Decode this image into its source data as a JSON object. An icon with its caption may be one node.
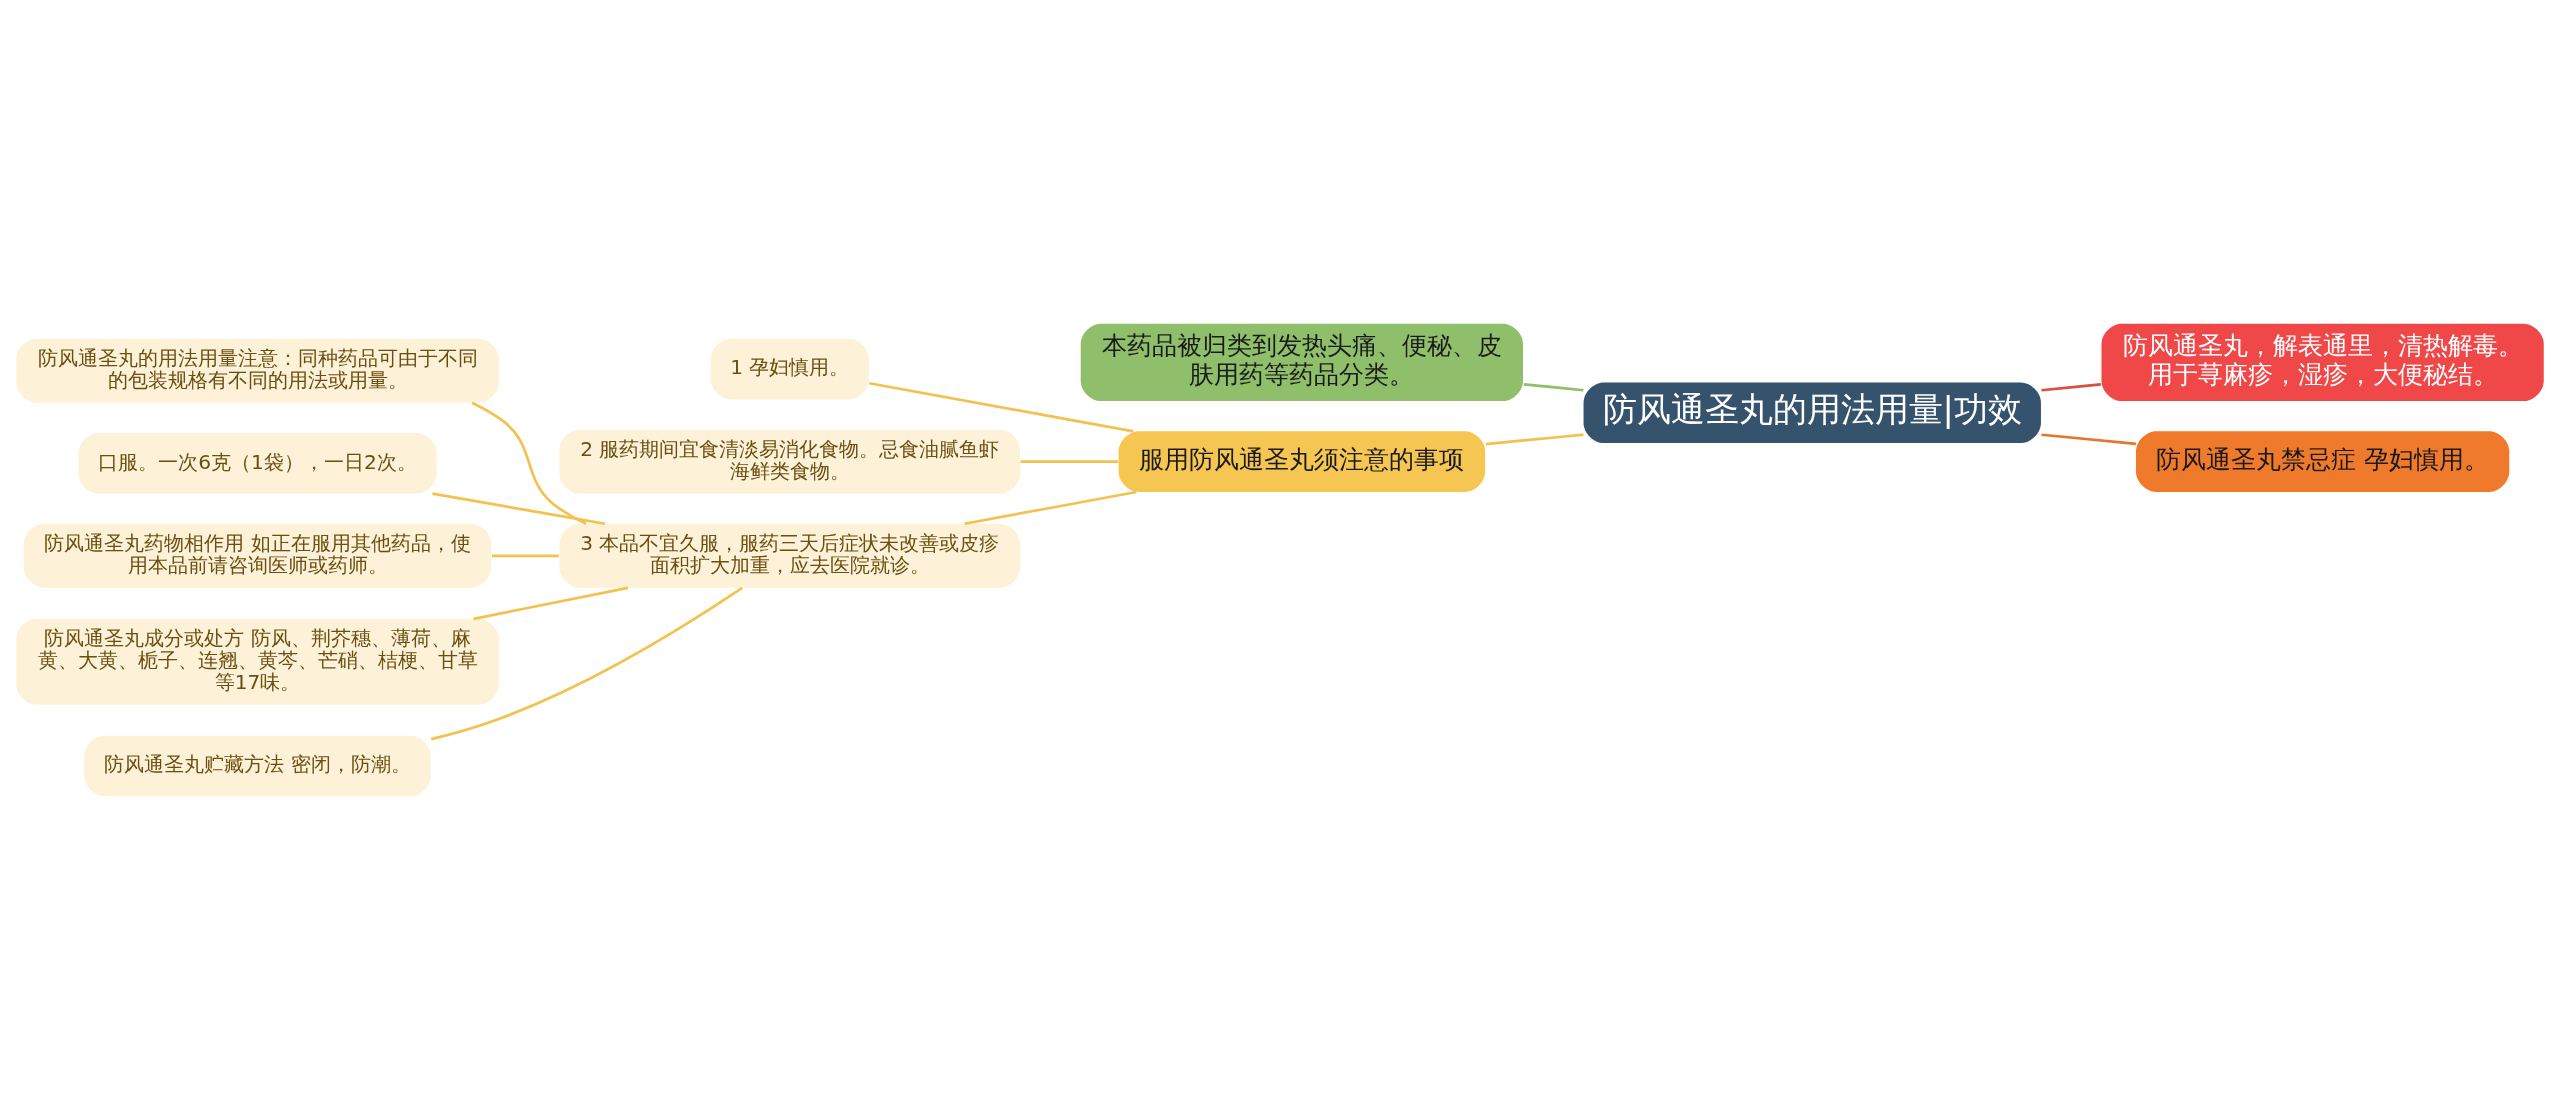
{
  "diagram": {
    "nodes": [
      {
        "text": [
          "防风通圣丸的用法用量|功效"
        ]
      },
      {
        "text": [
          "本药品被归类到发热头痛、便秘、皮肤用药等药品分类。"
        ]
      },
      {
        "text": [
          "服用防风通圣丸须注意的事项"
        ]
      },
      {
        "text": [
          "1 孕妇慎用。"
        ]
      },
      {
        "text": [
          "2 服药期间宜食清淡易消化食物。忌食油腻鱼虾海鲜类食物。"
        ]
      },
      {
        "text": [
          "3 本品不宜久服，服药三天后症状未改善或皮疹面积扩大加重，应去医院就诊。"
        ]
      },
      {
        "text": [
          "防风通圣丸的用法用量注意：同种药品可由于不同的包装规格有不同的用法或用量。"
        ]
      },
      {
        "text": [
          "口服。一次6克（1袋），一日2次。"
        ]
      },
      {
        "text": [
          "防风通圣丸药物相作用 如正在服用其他药品，使用本品前请咨询医师或药师。"
        ]
      },
      {
        "text": [
          "防风通圣丸成分或处方 防风、荆芥穗、薄荷、麻黄、大黄、栀子、连翘、黄芩、芒硝、桔梗、甘草等17味。"
        ]
      },
      {
        "text": [
          "防风通圣丸贮藏方法 密闭，防潮。"
        ]
      },
      {
        "text": [
          "防风通圣丸，解表通里，清热解毒。用于荨麻疹，湿疹，大便秘结。"
        ]
      },
      {
        "text": [
          "防风通圣丸禁忌症 孕妇慎用。"
        ]
      }
    ],
    "edges": [
      {
        "from": 0,
        "to": 1,
        "arrow": "none",
        "color": "#8fbf6a"
      },
      {
        "from": 0,
        "to": 2,
        "arrow": "none"
      },
      {
        "from": 2,
        "to": 3,
        "arrow": "none"
      },
      {
        "from": 2,
        "to": 4,
        "arrow": "none"
      },
      {
        "from": 2,
        "to": 5,
        "arrow": "none"
      },
      {
        "from": 5,
        "to": 6,
        "arrow": "none"
      },
      {
        "from": 5,
        "to": 7,
        "arrow": "none"
      },
      {
        "from": 5,
        "to": 8,
        "arrow": "none"
      },
      {
        "from": 5,
        "to": 9,
        "arrow": "none"
      },
      {
        "from": 5,
        "to": 10,
        "arrow": "none"
      },
      {
        "from": 0,
        "to": 11,
        "arrow": "none",
        "color": "#d9503f"
      },
      {
        "from": 0,
        "to": 12,
        "arrow": "none",
        "color": "#e8742c"
      }
    ]
  }
}
